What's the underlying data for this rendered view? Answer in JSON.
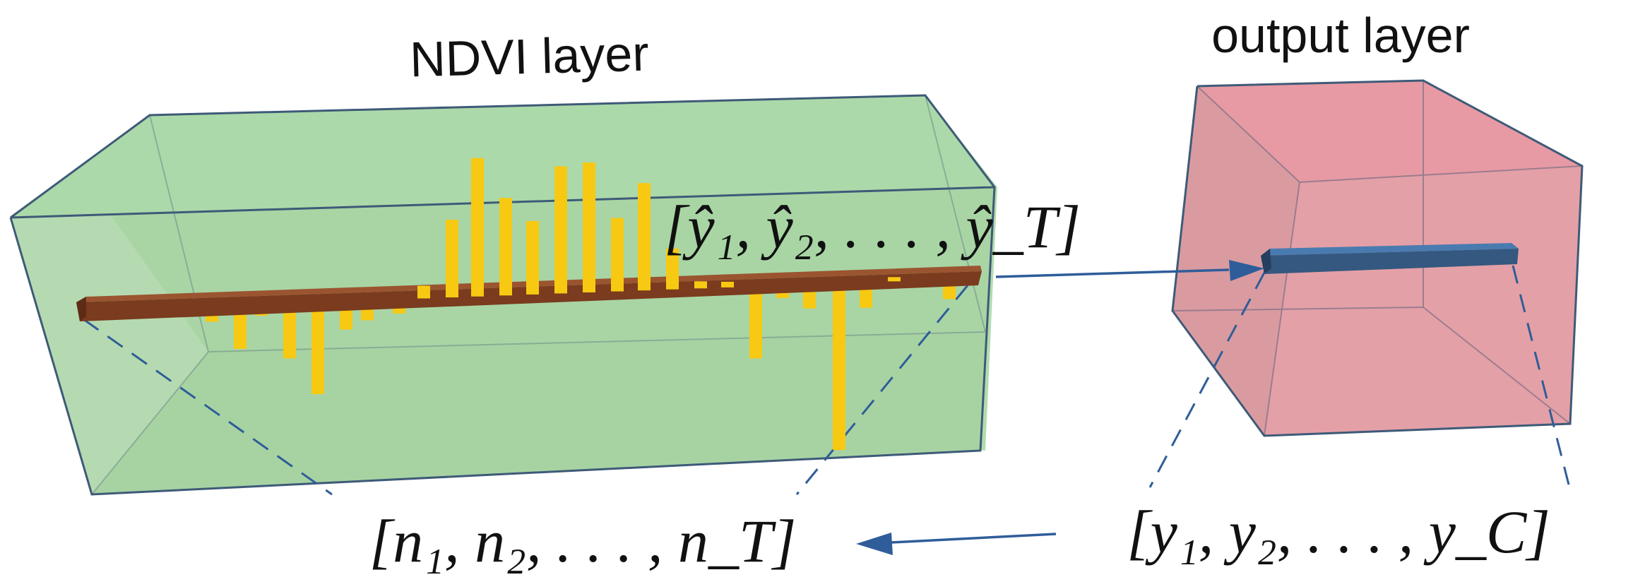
{
  "title_left": "NDVI layer",
  "title_right": "output layer",
  "math": {
    "yhat_list": "[ŷ₁, ŷ₂, . . . , ŷ_T]",
    "y_list": "[y₁, y₂, . . . , y_C]",
    "n_list": "[n₁, n₂, . . . , n_T]"
  },
  "colors": {
    "green_box_fill": "#a8d7a6",
    "green_box_edge": "#3e5a78",
    "red_box_fill": "#e89aa3",
    "red_box_edge": "#3e5a78",
    "rod_fill": "#7a3b1e",
    "bar_fill": "#f7c912",
    "arrow": "#2f5d99",
    "dashed": "#2f5d99",
    "output_rod": "#34587f"
  }
}
